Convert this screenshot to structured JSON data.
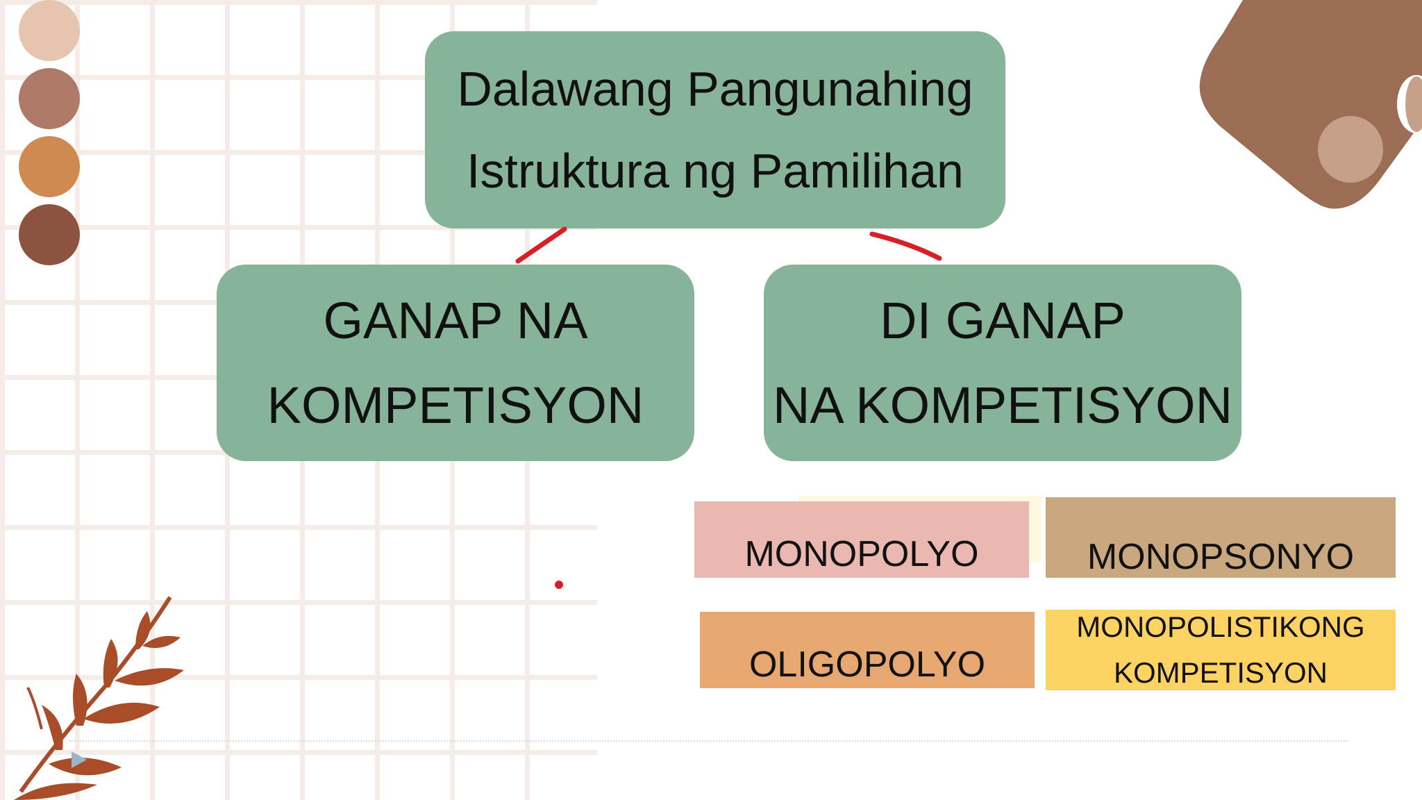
{
  "slide": {
    "title_lines": [
      "Dalawang Pangunahing",
      "Istruktura ng Pamilihan"
    ],
    "left_box_lines": [
      "GANAP NA",
      "KOMPETISYON"
    ],
    "right_box_lines": [
      "DI GANAP",
      "NA KOMPETISYON"
    ],
    "types": {
      "monopolyo": "MONOPOLYO",
      "monopsonyo": "MONOPSONYO",
      "oligopolyo": "OLIGOPOLYO",
      "monopolistikong_lines": [
        "MONOPOLISTIKONG",
        "KOMPETISYON"
      ]
    }
  },
  "colors": {
    "box_green": "#87b499",
    "pink": "#ebb7b1",
    "tan": "#c9a87f",
    "orange": "#e6a870",
    "yellow": "#fcd262",
    "red_mark": "#d91f26",
    "leaf": "#a84d27",
    "palette_dots": [
      "#e6c4ad",
      "#ac7a66",
      "#cf8a52",
      "#8c5440"
    ]
  }
}
